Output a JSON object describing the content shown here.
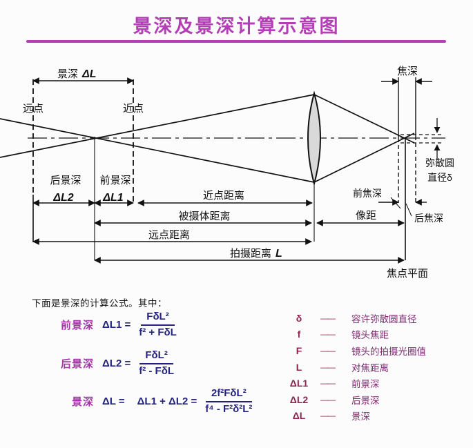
{
  "title": "景深及景深计算示意图",
  "colors": {
    "accent_magenta": "#b43eb6",
    "formula_navy": "#24247e",
    "formula_label_magenta": "#a136a4",
    "legend_symbol_maroon": "#8c2450",
    "legend_desc_plum": "#7c2a6e",
    "line_black": "#111111",
    "lens_fill_gray": "#d9d9d9"
  },
  "diagram": {
    "labels": {
      "dof_label": "景深",
      "dof_symbol": "ΔL",
      "focal_depth": "焦深",
      "far_point": "远点",
      "near_point": "近点",
      "rear_dof": "后景深",
      "rear_dof_symbol": "ΔL2",
      "front_dof": "前景深",
      "front_dof_symbol": "ΔL1",
      "near_point_distance": "近点距离",
      "subject_distance": "被摄体距离",
      "far_point_distance": "远点距离",
      "shooting_distance_label": "拍摄距离",
      "shooting_distance_symbol": "L",
      "front_focal_depth": "前焦深",
      "image_distance": "像距",
      "rear_focal_depth": "后焦深",
      "focal_plane": "焦点平面",
      "coc_line1": "弥散圆",
      "coc_line2": "直径δ"
    }
  },
  "formulas": {
    "intro": "下面是景深的计算公式。其中：",
    "rows": [
      {
        "label": "前景深",
        "lhs": "ΔL1 =",
        "num": "FδL²",
        "den": "f² + FδL"
      },
      {
        "label": "后景深",
        "lhs": "ΔL2 =",
        "num": "FδL²",
        "den": "f² - FδL"
      },
      {
        "label": "景深",
        "lhs": "ΔL =",
        "mid": "ΔL1 + ΔL2  =",
        "num": "2f²FδL²",
        "den": "f⁴ - F²δ²L²"
      }
    ]
  },
  "legend": [
    {
      "symbol": "δ",
      "dash": "——",
      "desc": "容许弥散圆直径"
    },
    {
      "symbol": "f",
      "dash": "——",
      "desc": "镜头焦距"
    },
    {
      "symbol": "F",
      "dash": "——",
      "desc": "镜头的拍摄光圈值"
    },
    {
      "symbol": "L",
      "dash": "——",
      "desc": "对焦距离"
    },
    {
      "symbol": "ΔL1",
      "dash": "——",
      "desc": "前景深"
    },
    {
      "symbol": "ΔL2",
      "dash": "——",
      "desc": "后景深"
    },
    {
      "symbol": "ΔL",
      "dash": "——",
      "desc": "景深"
    }
  ]
}
